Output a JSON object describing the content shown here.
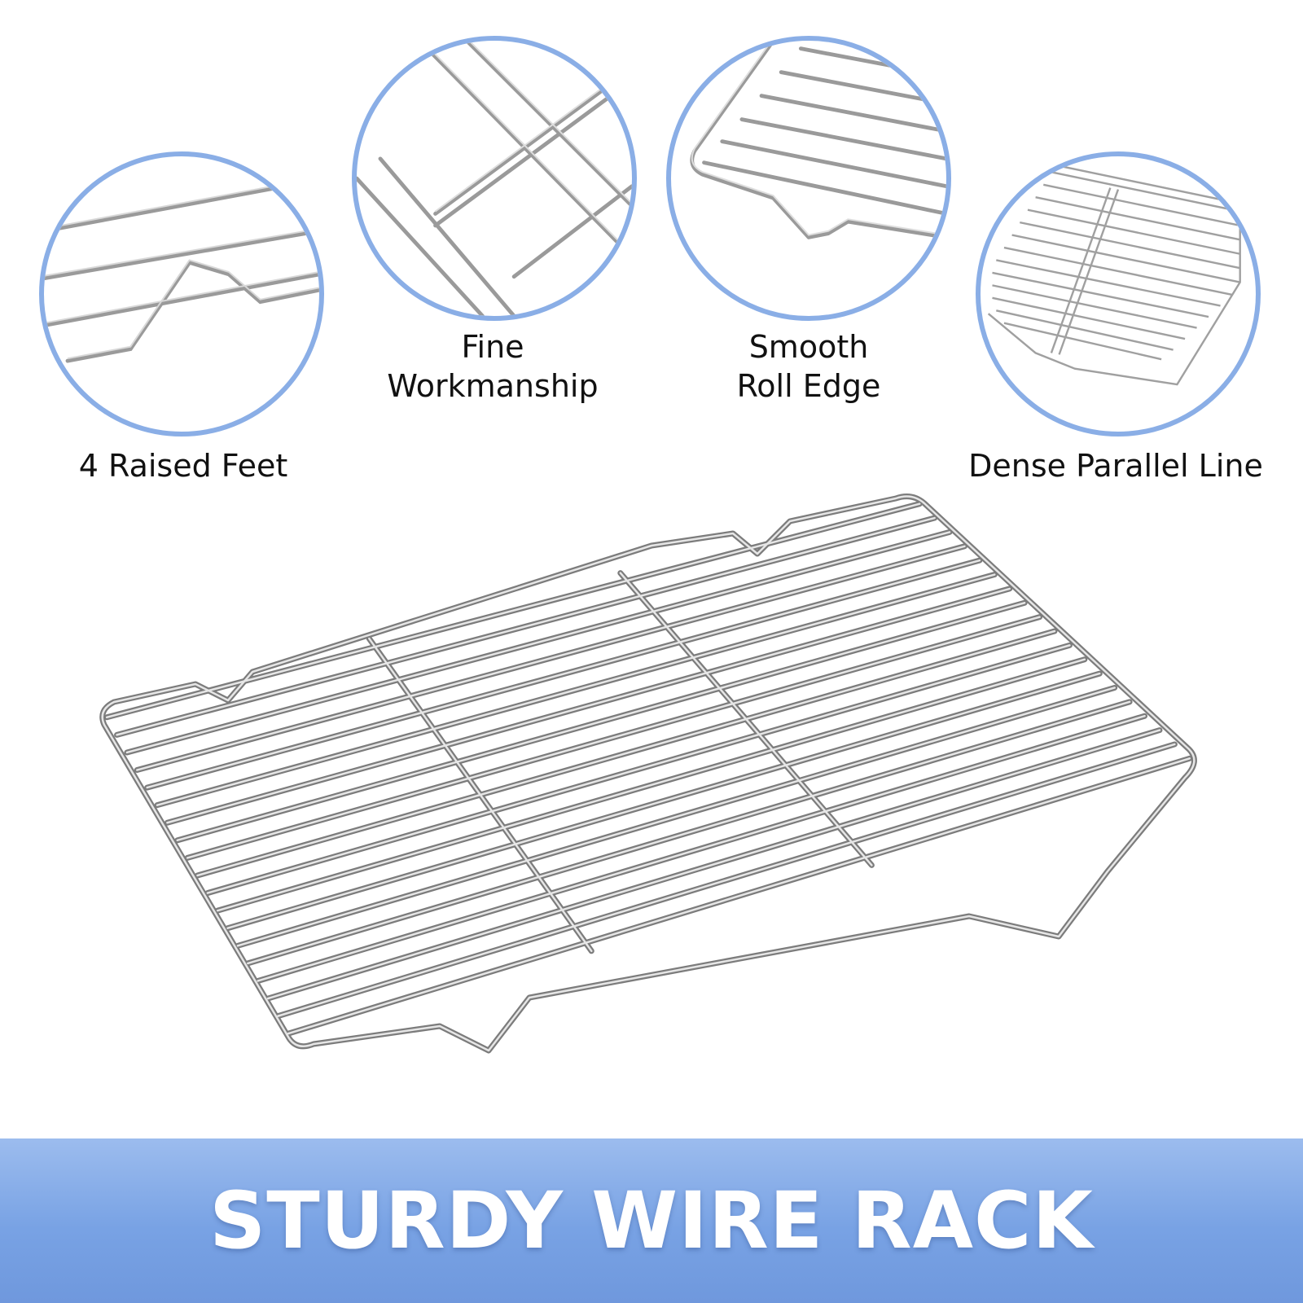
{
  "features": [
    {
      "label": "4 Raised Feet",
      "icon": "raised-feet-closeup"
    },
    {
      "label_line1": "Fine",
      "label_line2": "Workmanship",
      "icon": "weld-joint-closeup"
    },
    {
      "label_line1": "Smooth",
      "label_line2": "Roll Edge",
      "icon": "roll-edge-closeup"
    },
    {
      "label": "Dense Parallel Line",
      "icon": "parallel-lines-closeup"
    }
  ],
  "banner": {
    "title": "STURDY WIRE RACK"
  },
  "colors": {
    "accent": "#8aaee6",
    "banner": "#78a2e4",
    "text": "#111111",
    "wire": "#9a9a9a"
  }
}
